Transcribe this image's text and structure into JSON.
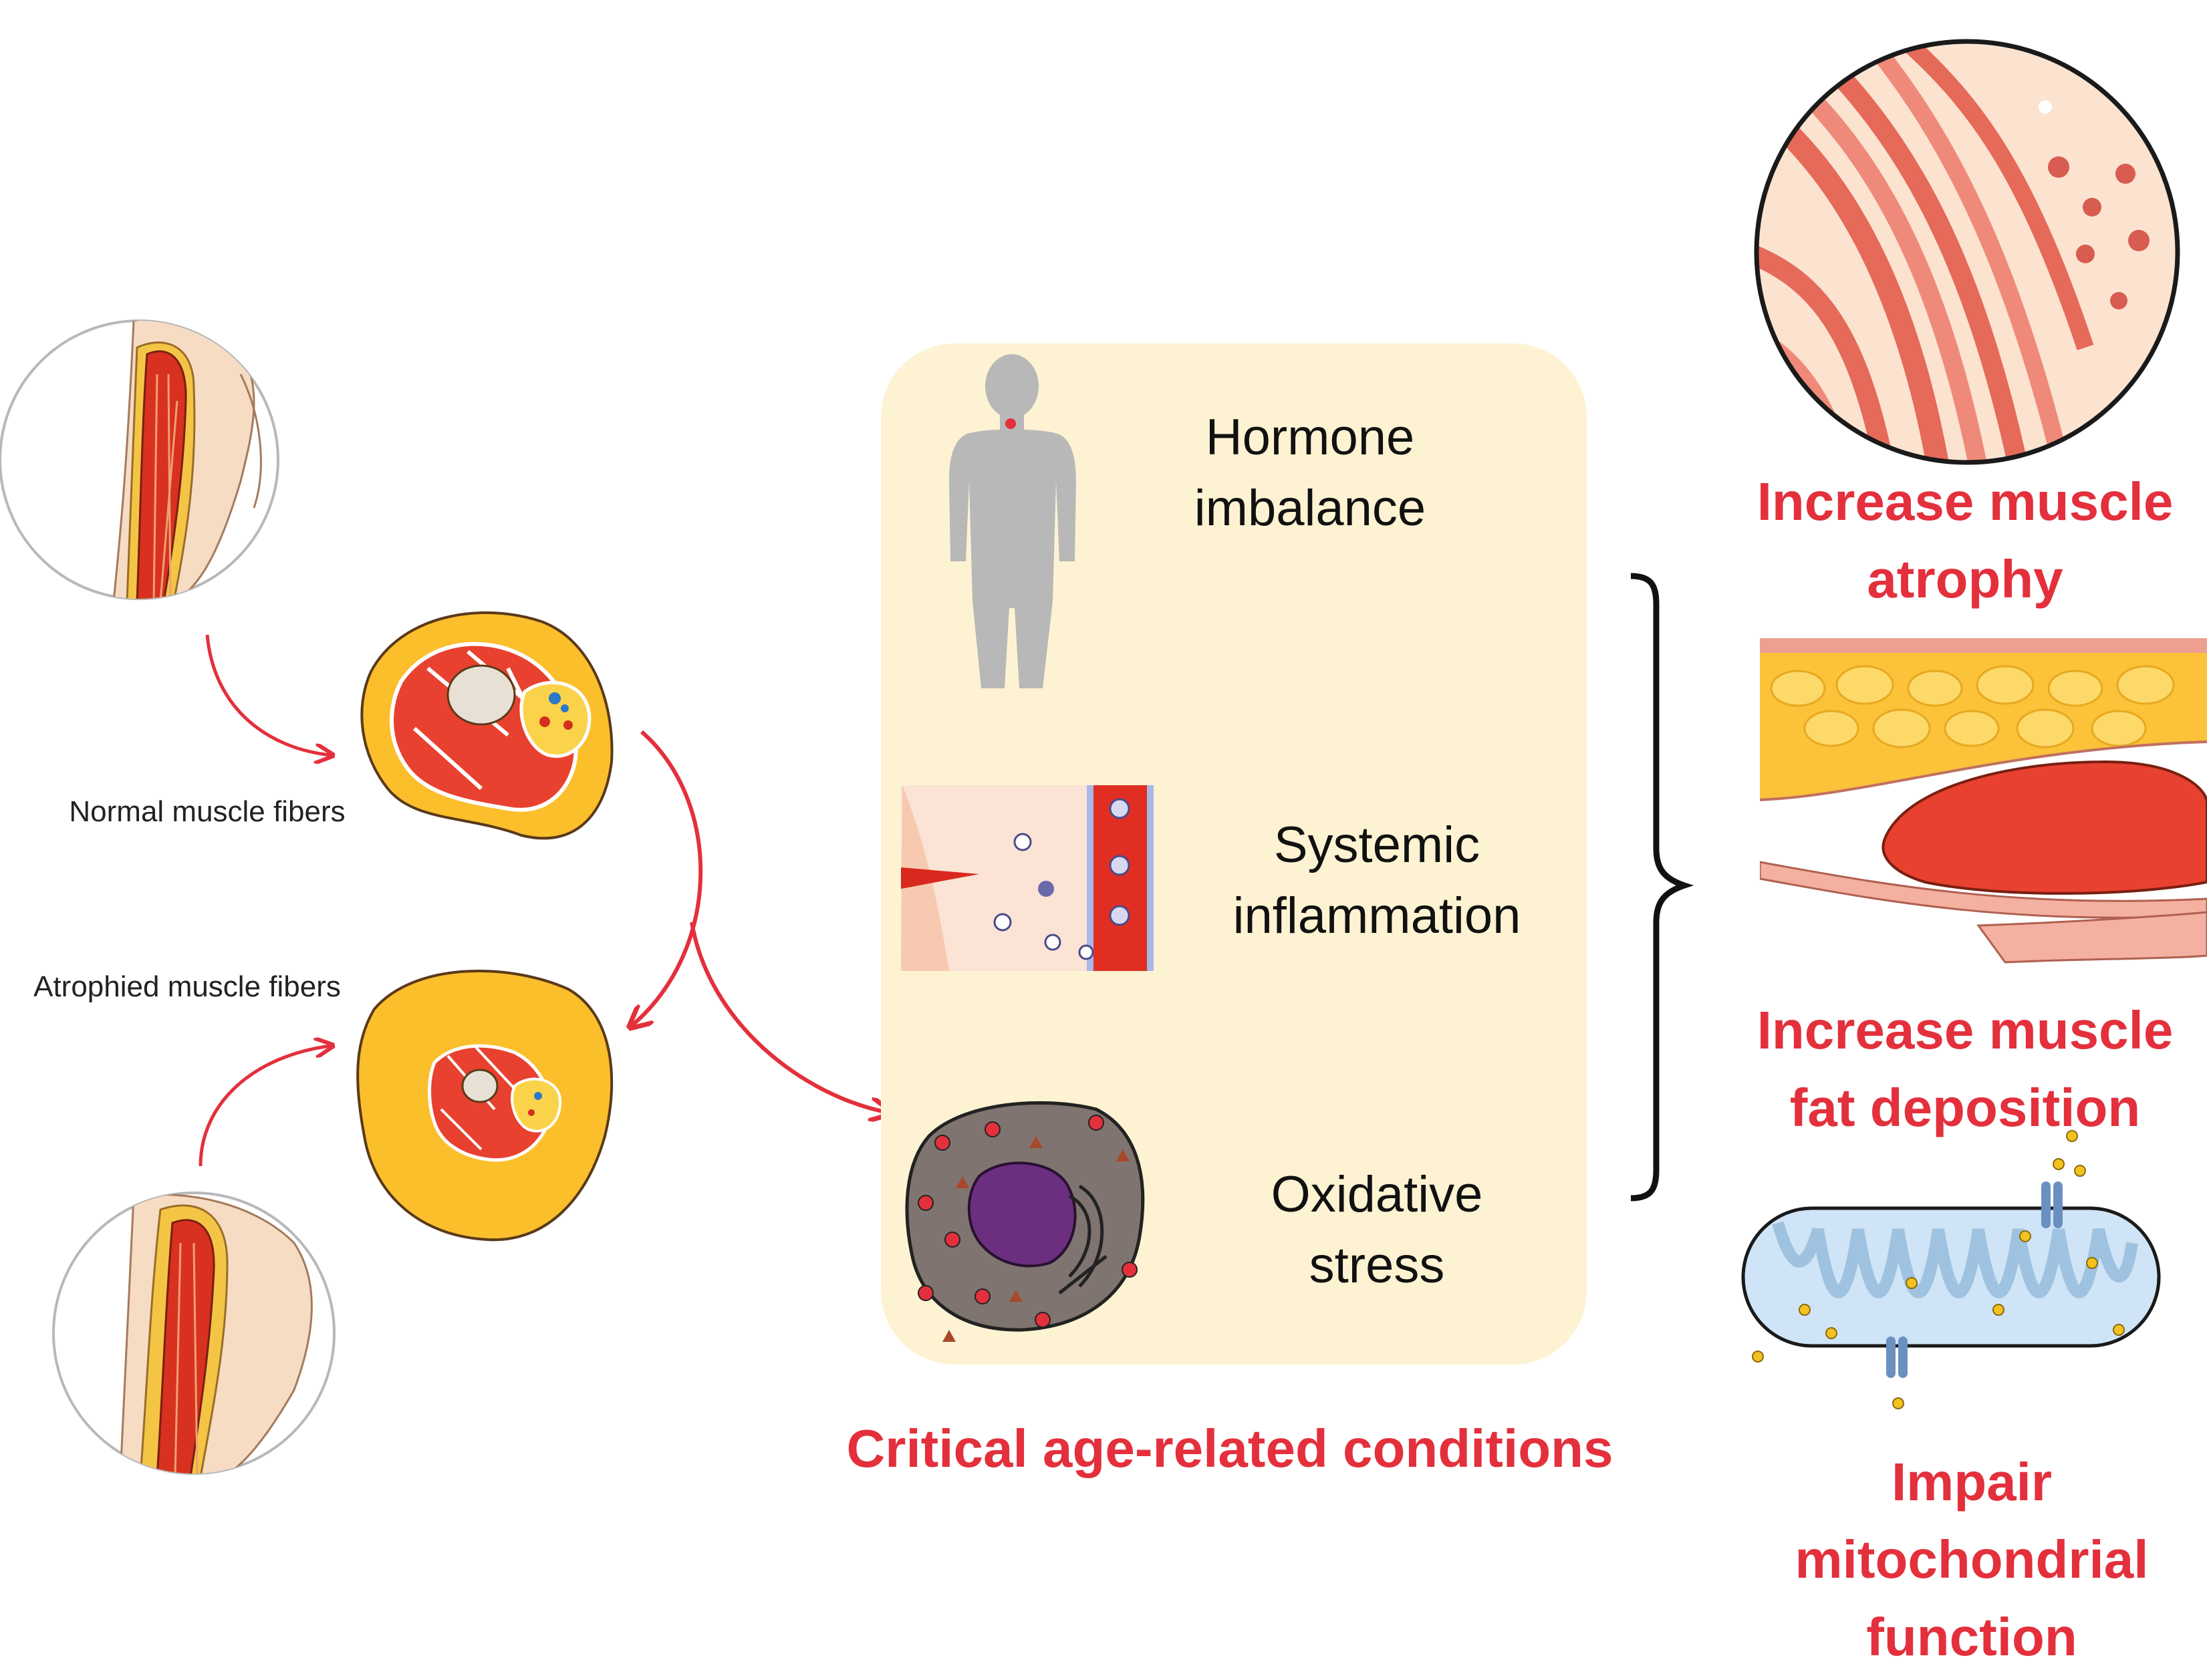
{
  "colors": {
    "accent_red": "#e3303c",
    "panel_bg": "#fdf3d3",
    "muscle": "#e8412f",
    "fat": "#fbbf2c",
    "bone": "#e8e0d4"
  },
  "left": {
    "normal_label": "Normal muscle fibers",
    "atrophied_label": "Atrophied muscle fibers",
    "icons": [
      "upper-arm-muscle-icon",
      "thigh-cross-section-icon",
      "atrophied-cross-section-icon",
      "upper-arm-muscle-icon"
    ]
  },
  "center": {
    "conditions": [
      {
        "line1": "Hormone",
        "line2": "imbalance",
        "icon": "human-silhouette-icon"
      },
      {
        "line1": "Systemic",
        "line2": "inflammation",
        "icon": "blood-vessel-inflammation-icon"
      },
      {
        "line1": "Oxidative",
        "line2": "stress",
        "icon": "damaged-cell-icon"
      }
    ],
    "caption": "Critical age-related conditions"
  },
  "right": {
    "outcomes": [
      {
        "line1": "Increase muscle",
        "line2": "atrophy",
        "icon": "muscle-tissue-icon"
      },
      {
        "line1": "Increase muscle",
        "line2": "fat deposition",
        "icon": "fat-layer-muscle-icon"
      },
      {
        "line1": "Impair",
        "line2": "mitochondrial",
        "line3": "function",
        "icon": "mitochondrion-icon"
      }
    ]
  }
}
